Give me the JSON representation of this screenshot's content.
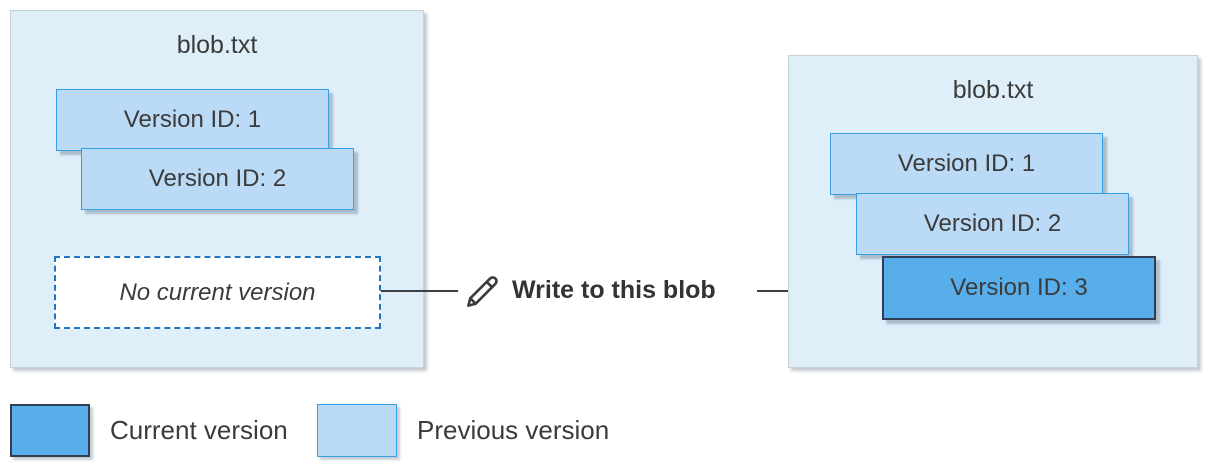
{
  "left_blob": {
    "title": "blob.txt",
    "versions": [
      {
        "label": "Version ID: 1",
        "state": "previous"
      },
      {
        "label": "Version ID: 2",
        "state": "previous"
      }
    ],
    "no_current_label": "No current version"
  },
  "action": {
    "label": "Write to this blob",
    "icon": "pencil-icon"
  },
  "right_blob": {
    "title": "blob.txt",
    "versions": [
      {
        "label": "Version ID: 1",
        "state": "previous"
      },
      {
        "label": "Version ID: 2",
        "state": "previous"
      },
      {
        "label": "Version ID: 3",
        "state": "current"
      }
    ]
  },
  "legend": {
    "current": {
      "label": "Current version",
      "color": "#58AEEA"
    },
    "previous": {
      "label": "Previous version",
      "color": "#BBDAF5"
    }
  },
  "colors": {
    "panel_background": "#DFEFFA",
    "previous_fill": "#BBDAF5",
    "previous_border": "#35A0E8",
    "current_fill": "#58AEEA",
    "current_border": "#303D52",
    "dashed_border": "#2176C4",
    "arrow": "#404040",
    "text": "#3B3B3B"
  }
}
